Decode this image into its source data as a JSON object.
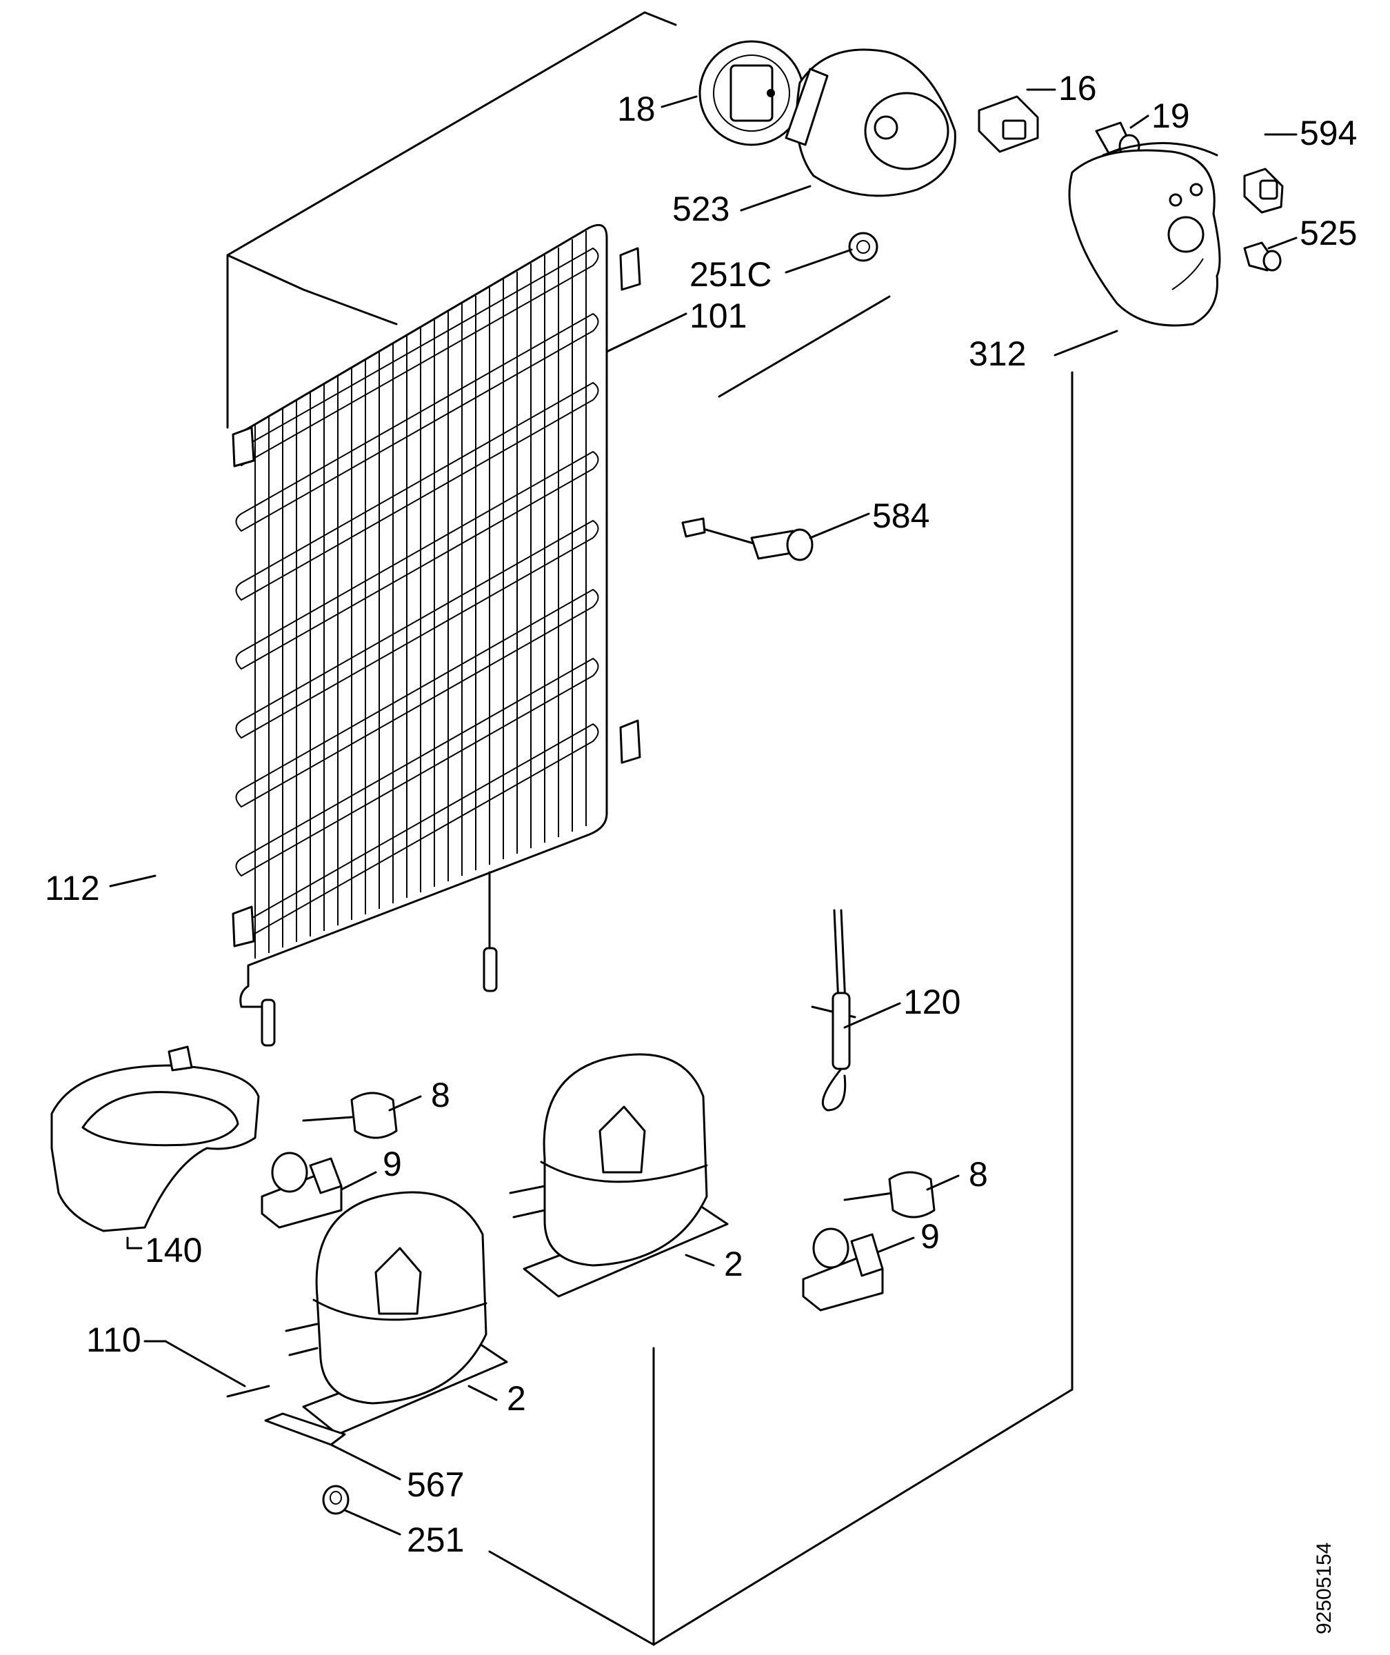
{
  "labels": {
    "fan": "18",
    "fan_cover": "523",
    "switch": "16",
    "bulb": "19",
    "thermostat_knob": "594",
    "lamp_holder": "525",
    "control_housing": "312",
    "spring_washer_c": "251C",
    "condenser": "101",
    "sensor": "584",
    "drain_hose": "112",
    "capillary_drier": "120",
    "drip_tray": "140",
    "relay_a": "8",
    "overload_a": "9",
    "relay_b": "8",
    "overload_b": "9",
    "compressor_a": "2",
    "compressor_b": "2",
    "filling_tube": "110",
    "mount_plate": "567",
    "grommet": "251"
  },
  "document_number": "92505154"
}
